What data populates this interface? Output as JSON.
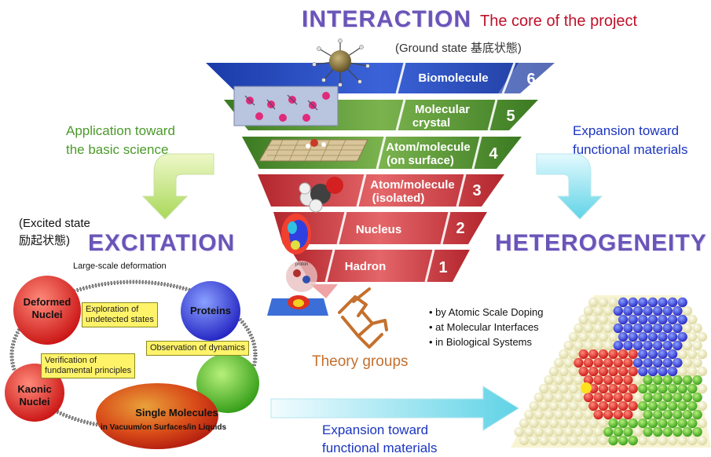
{
  "header": {
    "title": "INTERACTION",
    "core_note": "The core of the project",
    "ground_state": "(Ground state 基底状態)"
  },
  "levels": [
    {
      "num": "6",
      "label_lines": [
        "Biomolecule"
      ],
      "color": "#2344b0"
    },
    {
      "num": "5",
      "label_lines": [
        "Molecular",
        "crystal"
      ],
      "color": "#4f8a2c"
    },
    {
      "num": "4",
      "label_lines": [
        "Atom/molecule",
        "(on surface)"
      ],
      "color": "#4f8a2c"
    },
    {
      "num": "3",
      "label_lines": [
        "Atom/molecule",
        "(isolated)"
      ],
      "color": "#cc3b3f"
    },
    {
      "num": "2",
      "label_lines": [
        "Nucleus"
      ],
      "color": "#cc3b3f"
    },
    {
      "num": "1",
      "label_lines": [
        "Hadron"
      ],
      "color": "#cc3b3f"
    }
  ],
  "left_note": {
    "lines": [
      "Application toward",
      "the basic science"
    ]
  },
  "right_note": {
    "lines": [
      "Expansion toward",
      "functional materials"
    ]
  },
  "excitation": {
    "state_lines": [
      "(Excited state",
      "励起状態)"
    ],
    "title": "EXCITATION",
    "large_scale": "Large-scale deformation",
    "ellipses": {
      "deformed": [
        "Deformed",
        "Nuclei"
      ],
      "proteins": [
        "Proteins"
      ],
      "kaonic": [
        "Kaonic",
        "Nuclei"
      ],
      "single_title": "Single Molecules",
      "single_sub": "in Vacuum/on Surfaces/in Liquids"
    },
    "boxes": {
      "exploration": [
        "Exploration of",
        "undetected states"
      ],
      "observation": [
        "Observation of  dynamics"
      ],
      "verification": [
        "Verification of",
        "fundamental principles"
      ]
    }
  },
  "heterogeneity": {
    "title": "HETEROGENEITY",
    "bullets": [
      "by Atomic Scale Doping",
      "at Molecular Interfaces",
      "in Biological Systems"
    ]
  },
  "theory": {
    "label": "Theory groups"
  },
  "bottom_note": {
    "lines": [
      "Expansion toward",
      "functional materials"
    ]
  },
  "image_labels": {
    "proton": "proton"
  }
}
